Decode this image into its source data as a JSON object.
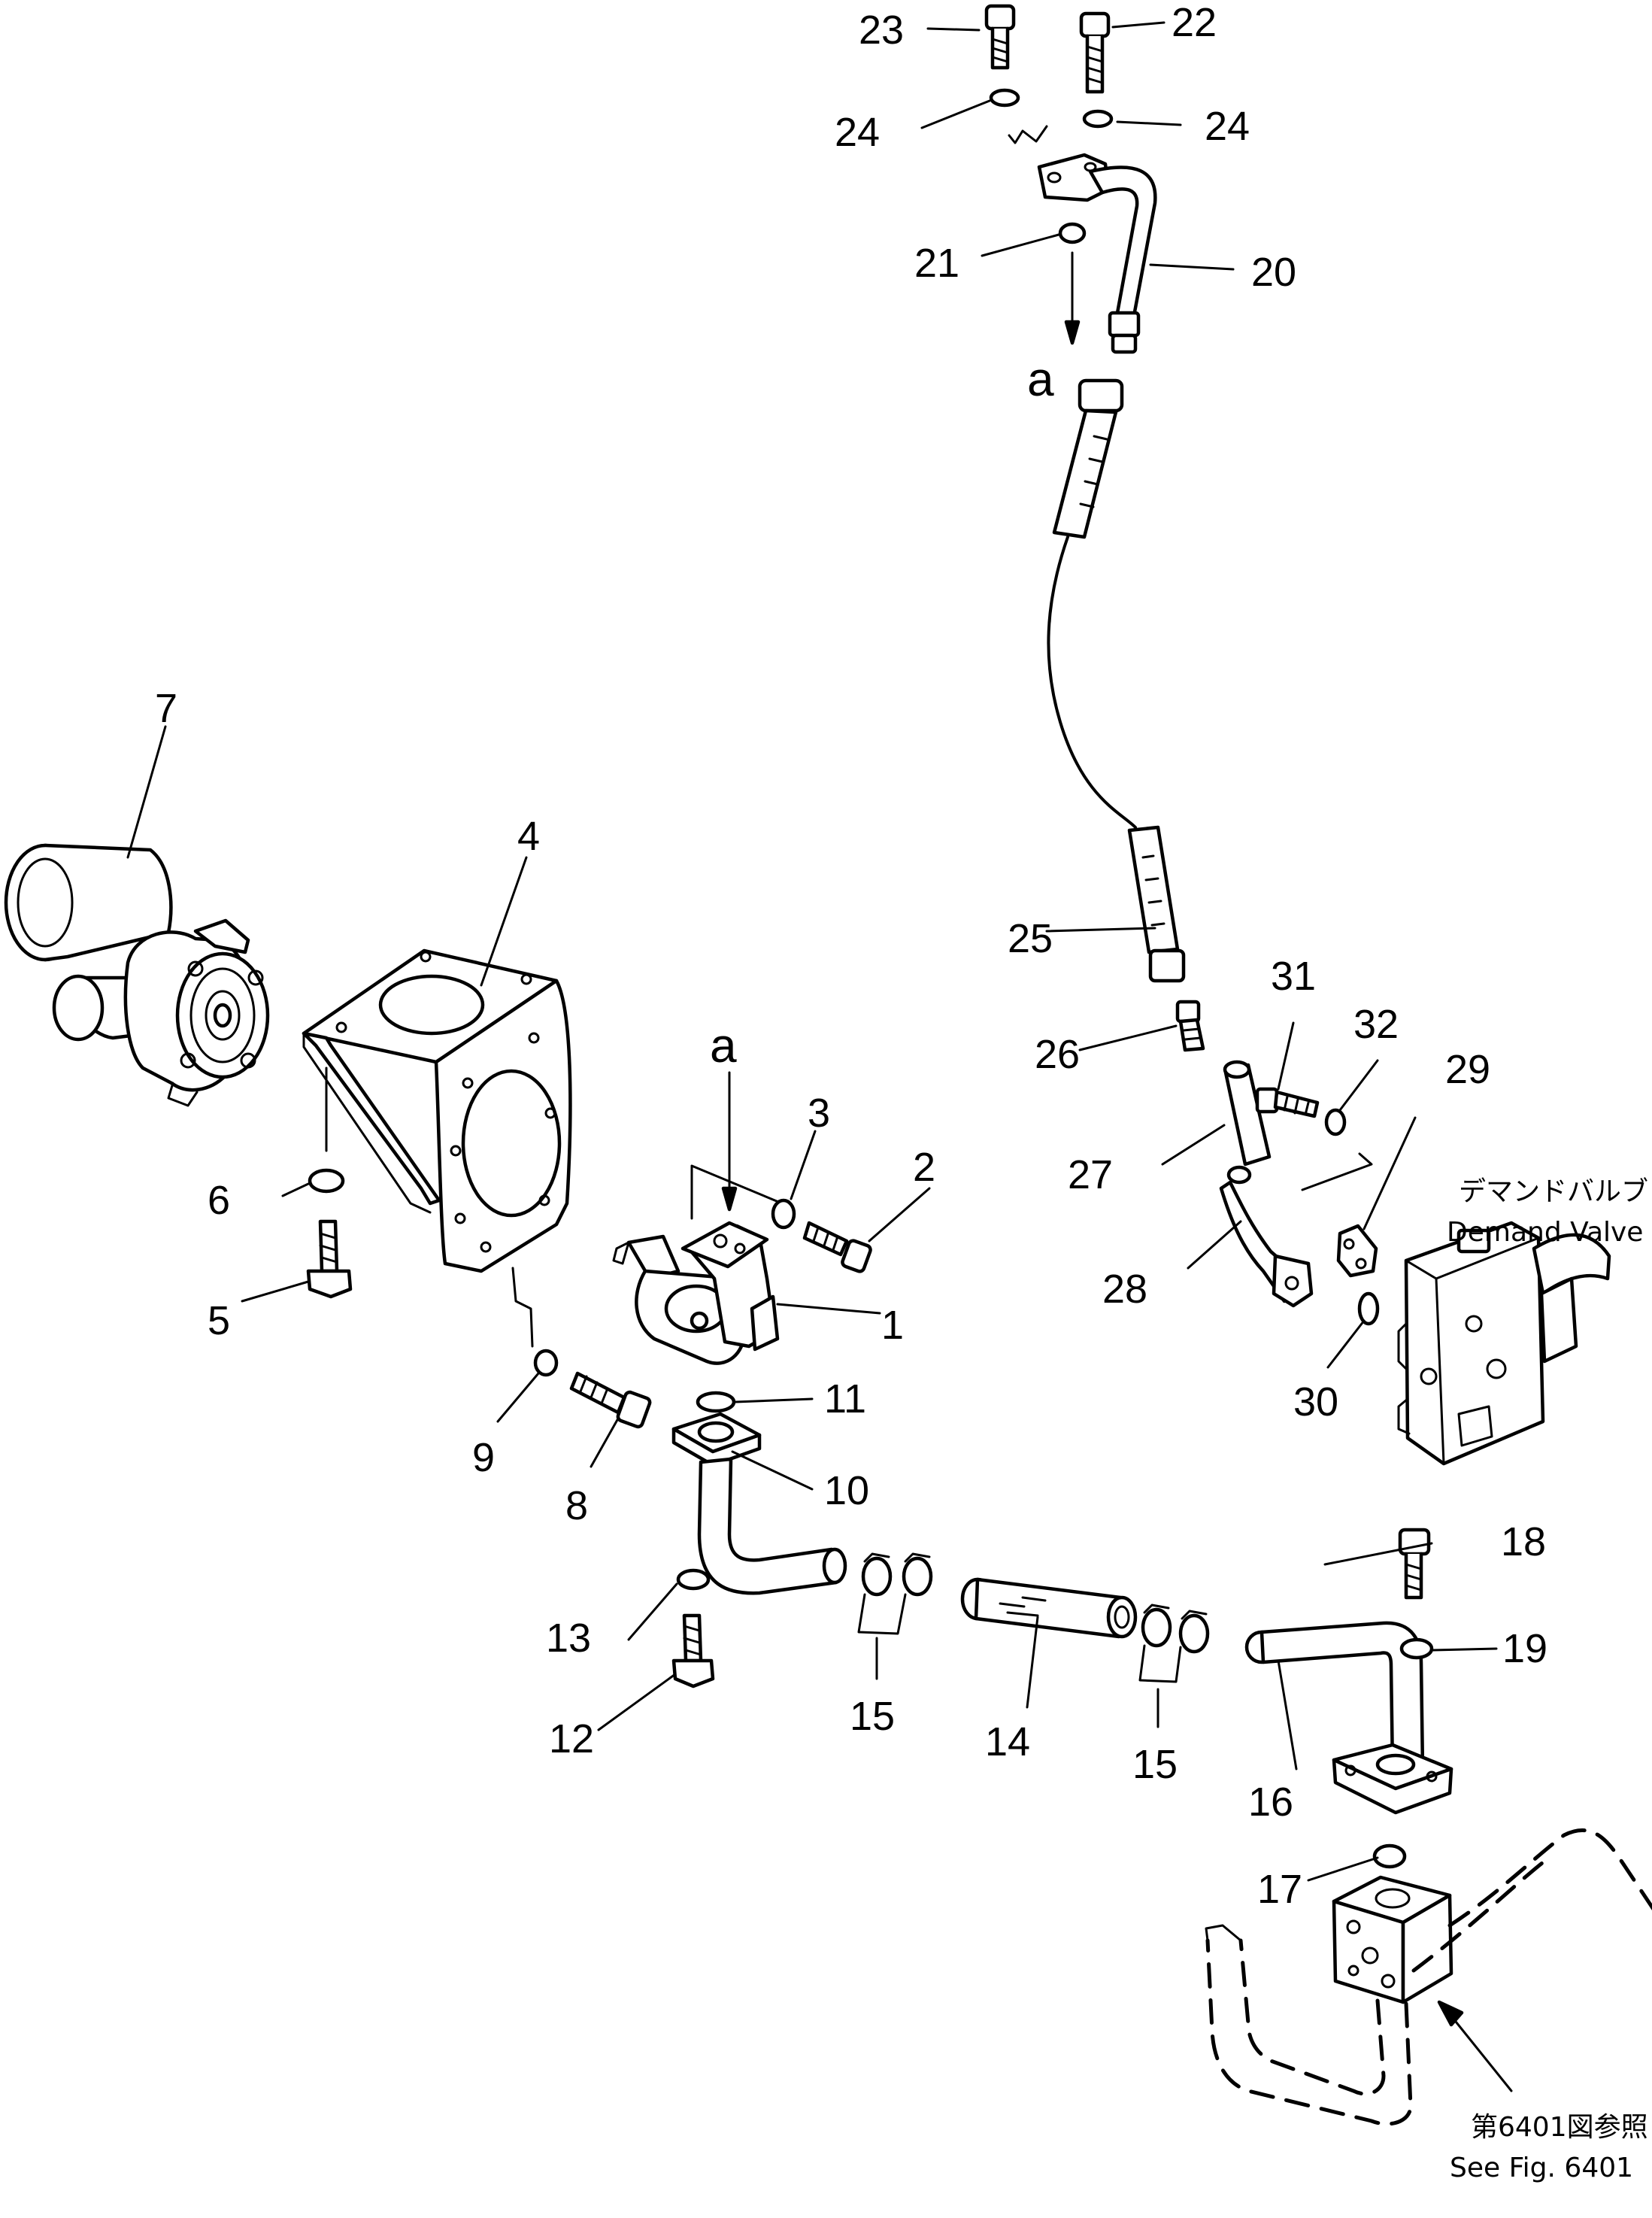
{
  "callouts": [
    "1",
    "2",
    "3",
    "4",
    "5",
    "6",
    "7",
    "8",
    "9",
    "10",
    "11",
    "12",
    "13",
    "14",
    "15",
    "16",
    "17",
    "18",
    "19",
    "20",
    "21",
    "22",
    "23",
    "24",
    "25",
    "26",
    "27",
    "28",
    "29",
    "30",
    "31",
    "32"
  ],
  "connector_label": "a",
  "demand_valve_jp": "デマンドバルブ",
  "demand_valve_en": "Demand Valve",
  "fig_ref_jp": "第6401図参照",
  "fig_ref_en": "See Fig. 6401"
}
